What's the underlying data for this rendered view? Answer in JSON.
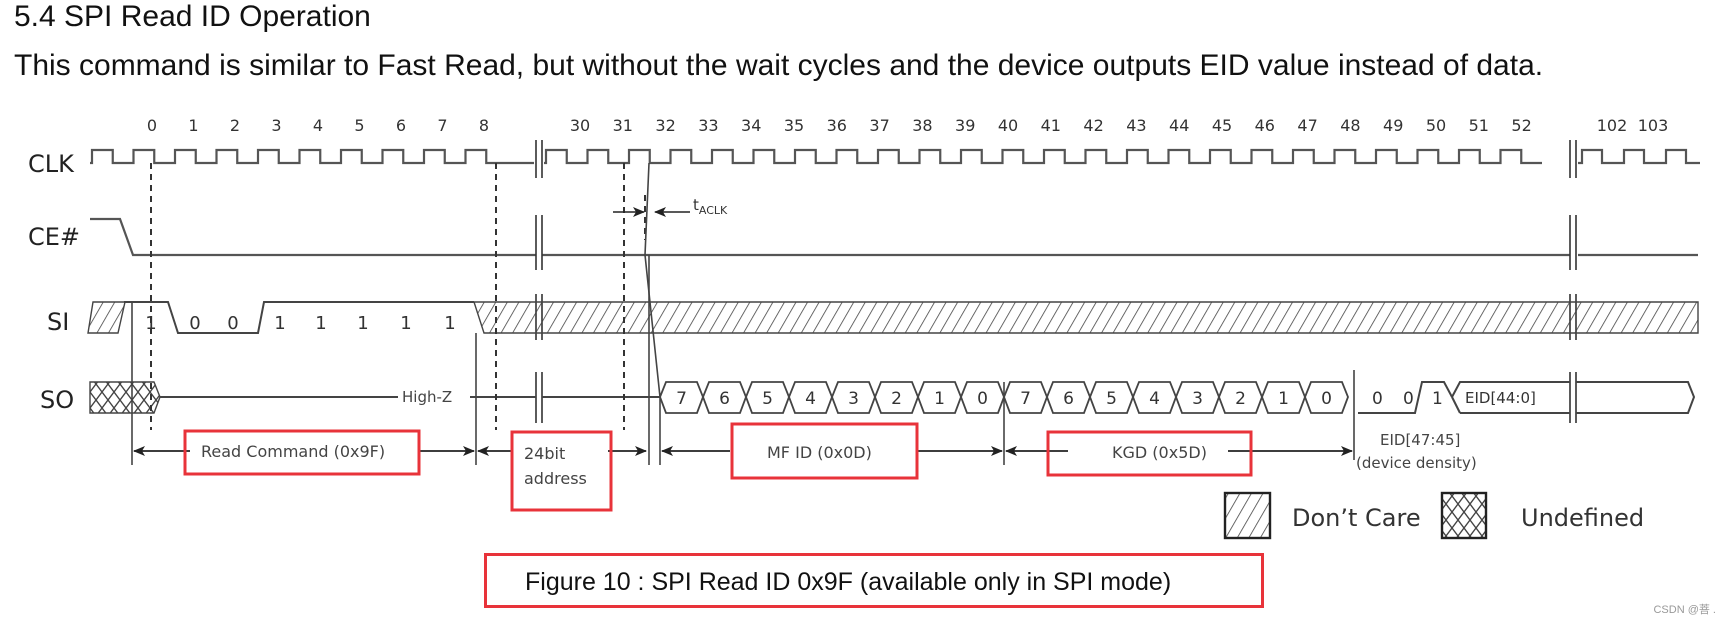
{
  "heading": "5.4 SPI Read ID Operation",
  "intro": "This command is similar to Fast Read, but without the wait cycles and the device outputs EID value instead of data.",
  "diagram": {
    "signals": [
      "CLK",
      "CE#",
      "SI",
      "SO"
    ],
    "clock_labels_a": [
      "0",
      "1",
      "2",
      "3",
      "4",
      "5",
      "6",
      "7",
      "8"
    ],
    "clock_labels_b": [
      "30",
      "31",
      "32",
      "33",
      "34",
      "35",
      "36",
      "37",
      "38",
      "39",
      "40",
      "41",
      "42",
      "43",
      "44",
      "45",
      "46",
      "47",
      "48",
      "49",
      "50",
      "51",
      "52"
    ],
    "clock_labels_c": [
      "102",
      "103"
    ],
    "si_bits": [
      "1",
      "0",
      "0",
      "1",
      "1",
      "1",
      "1",
      "1"
    ],
    "so_high_z": "High-Z",
    "mf_bits": [
      "7",
      "6",
      "5",
      "4",
      "3",
      "2",
      "1",
      "0"
    ],
    "kgd_bits": [
      "7",
      "6",
      "5",
      "4",
      "3",
      "2",
      "1",
      "0"
    ],
    "eid_bits": [
      "0",
      "0",
      "1"
    ],
    "eid_bus": "EID[44:0]",
    "t_aclk": "t",
    "t_aclk_sub": "ACLK",
    "spans": {
      "read_cmd": "Read Command (0x9F)",
      "addr_line1": "24bit",
      "addr_line2": "address",
      "mf_id": "MF ID (0x0D)",
      "kgd": "KGD (0x5D)",
      "eid_line1": "EID[47:45]",
      "eid_line2": "(device density)"
    },
    "legend": {
      "dont_care": "Don’t Care",
      "undefined": "Undefined"
    },
    "highlight_color": "#e8333a",
    "line_color": "#555555"
  },
  "caption": "Figure 10 : SPI Read ID 0x9F (available only in SPI mode)",
  "watermark": "CSDN @菩 ."
}
